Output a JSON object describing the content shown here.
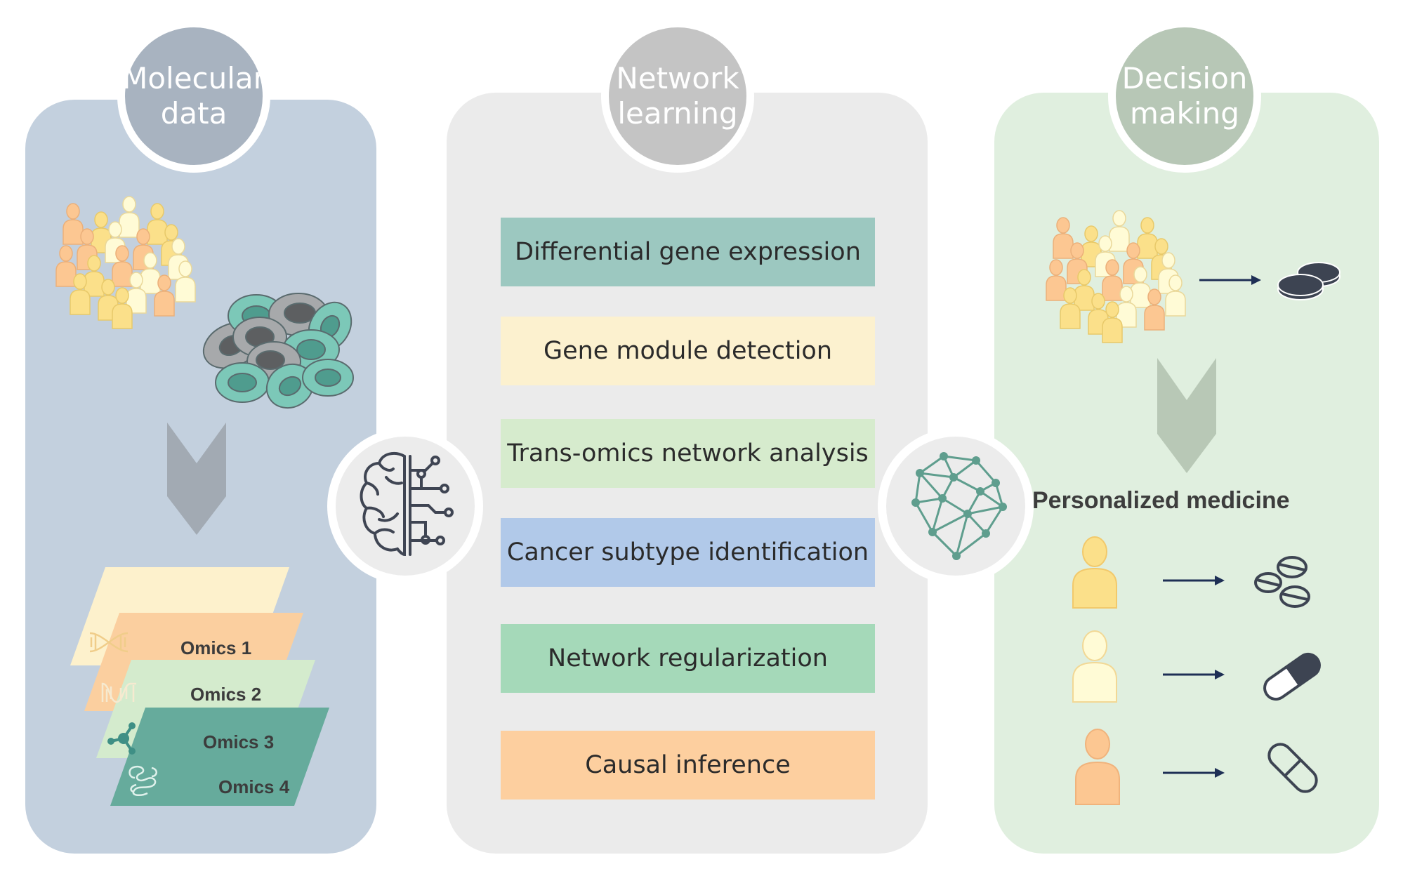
{
  "panels": [
    {
      "title": "Molecular\ndata",
      "bg": "#c3d0de",
      "head": "#a8b3c0"
    },
    {
      "title": "Network\nlearning",
      "bg": "#ebebeb",
      "head": "#c4c4c4"
    },
    {
      "title": "Decision\nmaking",
      "bg": "#e0efdf",
      "head": "#b7c7b6"
    }
  ],
  "methods": [
    {
      "label": "Differential gene expression",
      "color": "#9cc8c0"
    },
    {
      "label": "Gene module detection",
      "color": "#fcf1cf"
    },
    {
      "label": "Trans-omics network analysis",
      "color": "#d6ebcd"
    },
    {
      "label": "Cancer subtype identification",
      "color": "#b1c9e9"
    },
    {
      "label": "Network regularization",
      "color": "#a5d9b9"
    },
    {
      "label": "Causal inference",
      "color": "#fdcf9f"
    }
  ],
  "omics": [
    {
      "label": "Omics 1",
      "color": "#fdf1cc",
      "icon": "dna-icon"
    },
    {
      "label": "Omics 2",
      "color": "#fbcf9f",
      "icon": "rna-icon"
    },
    {
      "label": "Omics 3",
      "color": "#d4ebcd",
      "icon": "molecule-icon"
    },
    {
      "label": "Omics 4",
      "color": "#66ab9c",
      "icon": "protein-icon"
    }
  ],
  "personalized_title": "Personalized medicine",
  "colors": {
    "arrow": "#1e2f55",
    "pill": "#3d4452",
    "chevron_left": "#a2aab3",
    "chevron_right": "#b8c8b6"
  }
}
